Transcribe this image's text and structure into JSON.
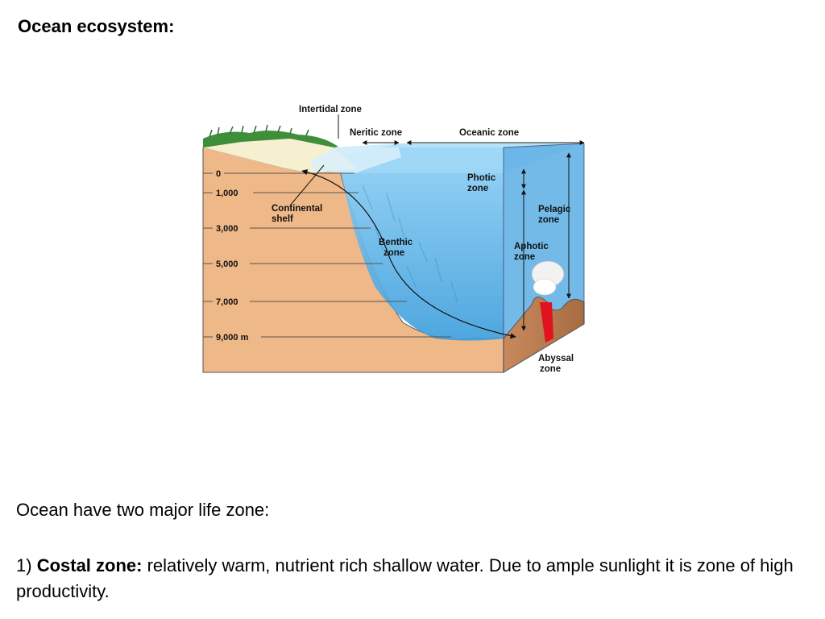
{
  "slide": {
    "title": "Ocean ecosystem:"
  },
  "diagram": {
    "labels": {
      "intertidal": "Intertidal zone",
      "neritic": "Neritic zone",
      "oceanic": "Oceanic zone",
      "photic_1": "Photic",
      "photic_2": "zone",
      "pelagic_1": "Pelagic",
      "pelagic_2": "zone",
      "continental_1": "Continental",
      "continental_2": "shelf",
      "benthic_1": "Benthic",
      "benthic_2": "zone",
      "aphotic_1": "Aphotic",
      "aphotic_2": "zone",
      "abyssal_1": "Abyssal",
      "abyssal_2": "zone"
    },
    "depths": [
      "0",
      "1,000",
      "3,000",
      "5,000",
      "7,000",
      "9,000 m"
    ],
    "colors": {
      "land": "#efb888",
      "water": "#5fb2e6",
      "water_dark": "#2f8fd0",
      "grass": "#3f8f3a",
      "sand": "#f6f0d0",
      "lava": "#e0141e"
    }
  },
  "content": {
    "intro": "Ocean have two major life zone:",
    "point1_number": "1) ",
    "point1_heading": "Costal zone:",
    "point1_text": " relatively warm, nutrient rich shallow water. Due to ample sunlight it is zone of high productivity."
  }
}
